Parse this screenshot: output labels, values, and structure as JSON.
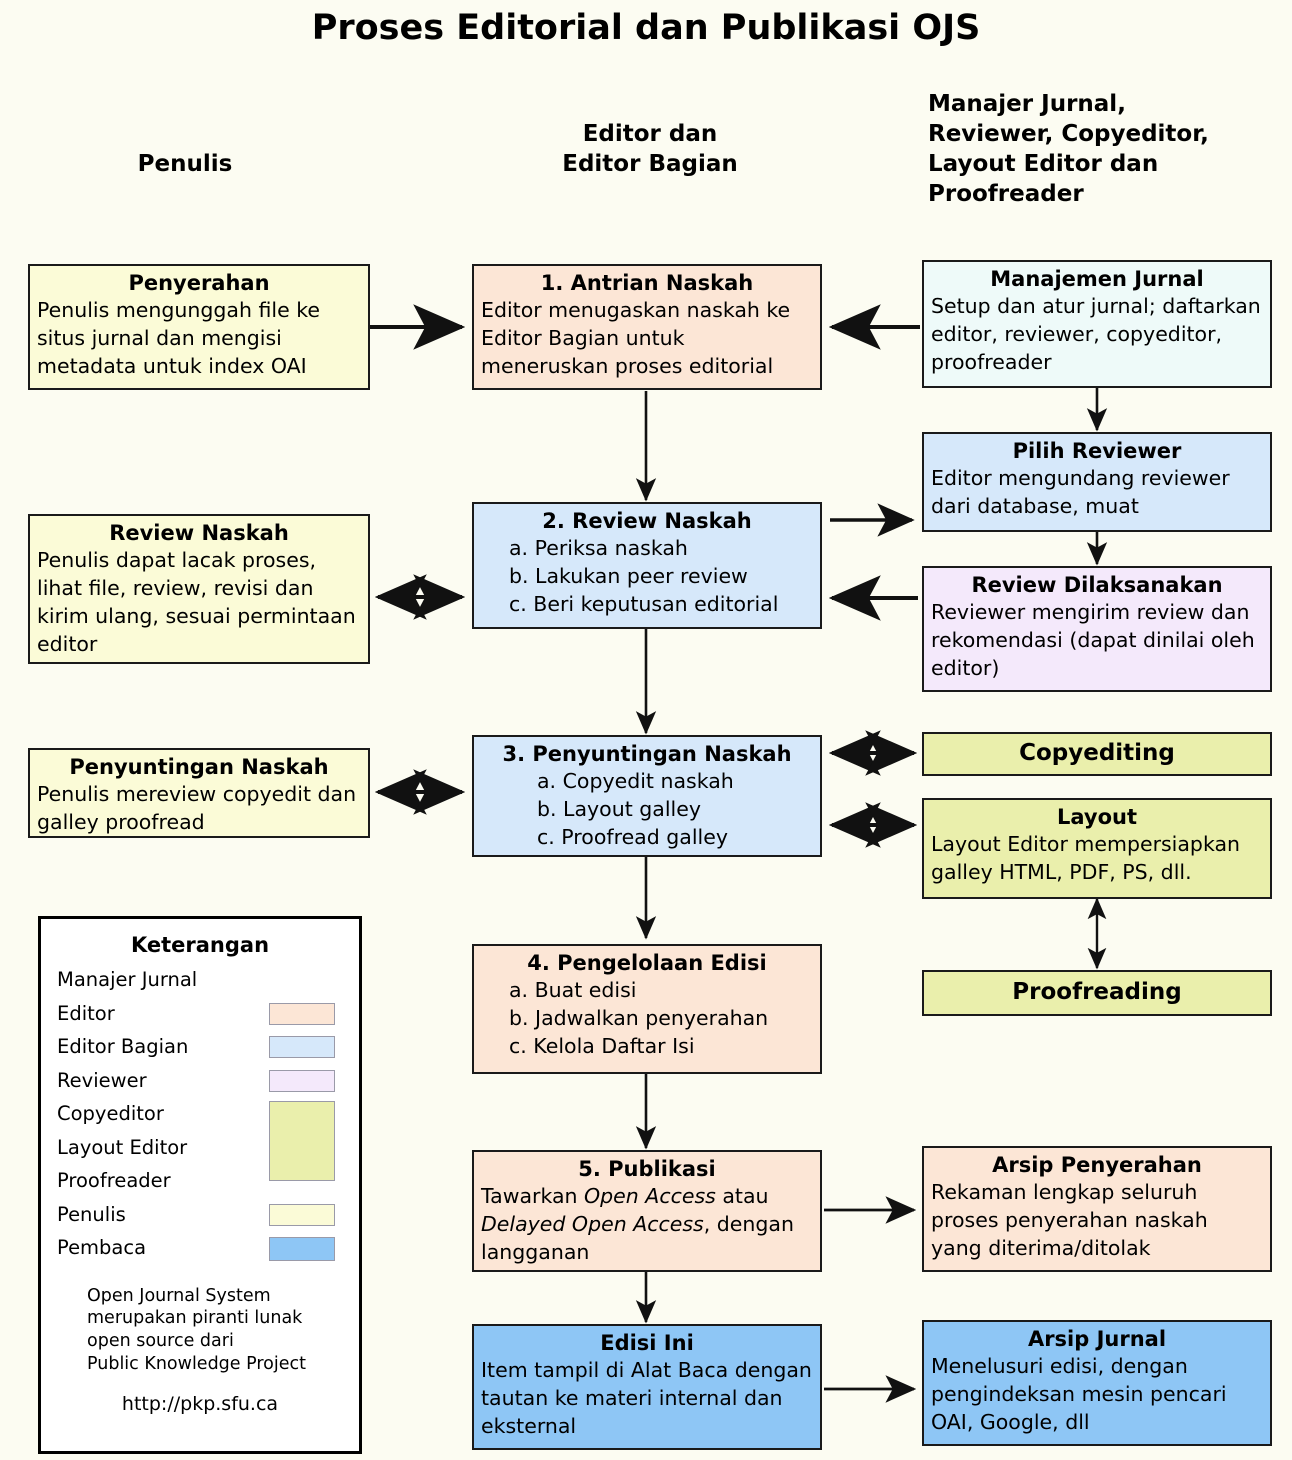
{
  "title": "Proses Editorial dan Publikasi OJS",
  "columns": [
    {
      "name": "penulis",
      "label": "Penulis"
    },
    {
      "name": "editor",
      "label": "Editor dan\nEditor Bagian"
    },
    {
      "name": "staff",
      "label": "Manajer Jurnal,\nReviewer, Copyeditor,\nLayout Editor dan\nProofreader"
    }
  ],
  "colors": {
    "background": "#fcfcf2",
    "author": "#fbfbd7",
    "editor": "#fce6d6",
    "section_editor": "#d6e8fa",
    "reviewer": "#f4e9fb",
    "copyeditor": "#eaefac",
    "journal_manager": "#eefaf9",
    "reader": "#8ec6f5",
    "border": "#1a1a1a"
  },
  "boxes": {
    "penyerahan": {
      "title": "Penyerahan",
      "body": "Penulis mengunggah file ke situs jurnal dan mengisi metadata untuk index OAI"
    },
    "antrian_naskah": {
      "title": "1. Antrian Naskah",
      "body": "Editor menugaskan naskah ke Editor Bagian untuk meneruskan proses editorial"
    },
    "manajemen_jurnal": {
      "title": "Manajemen Jurnal",
      "body": "Setup dan atur jurnal; daftarkan editor, reviewer, copyeditor, proofreader"
    },
    "review_naskah_penulis": {
      "title": "Review Naskah",
      "body": "Penulis dapat lacak proses, lihat file, review, revisi dan kirim ulang, sesuai permintaan editor"
    },
    "review_naskah": {
      "title": "2. Review Naskah",
      "items": [
        "a. Periksa naskah",
        "b. Lakukan peer review",
        "c. Beri keputusan editorial"
      ]
    },
    "pilih_reviewer": {
      "title": "Pilih Reviewer",
      "body": "Editor mengundang reviewer dari database, muat"
    },
    "review_dilaksanakan": {
      "title": "Review Dilaksanakan",
      "body": "Reviewer mengirim review dan rekomendasi (dapat dinilai oleh editor)"
    },
    "penyuntingan_naskah_penulis": {
      "title": "Penyuntingan Naskah",
      "body": "Penulis mereview copyedit dan galley proofread"
    },
    "penyuntingan_naskah": {
      "title": "3. Penyuntingan Naskah",
      "items": [
        "a. Copyedit naskah",
        "b. Layout galley",
        "c. Proofread galley"
      ]
    },
    "copyediting": {
      "title": "Copyediting"
    },
    "layout": {
      "title": "Layout",
      "body": "Layout Editor mempersiapkan galley HTML, PDF, PS, dll."
    },
    "proofreading": {
      "title": "Proofreading"
    },
    "pengelolaan_edisi": {
      "title": "4. Pengelolaan Edisi",
      "items": [
        "a. Buat edisi",
        "b. Jadwalkan penyerahan",
        "c. Kelola Daftar Isi"
      ]
    },
    "publikasi": {
      "title": "5. Publikasi",
      "body_part1": "Tawarkan ",
      "body_em1": "Open Access",
      "body_part2": " atau ",
      "body_em2": "Delayed Open Access",
      "body_part3": ", dengan langganan"
    },
    "arsip_penyerahan": {
      "title": "Arsip Penyerahan",
      "body": "Rekaman lengkap seluruh proses penyerahan naskah yang diterima/ditolak"
    },
    "edisi_ini": {
      "title": "Edisi Ini",
      "body": "Item tampil di Alat Baca dengan tautan ke materi internal dan eksternal"
    },
    "arsip_jurnal": {
      "title": "Arsip Jurnal",
      "body": "Menelusuri edisi, dengan pengindeksan mesin pencari OAI, Google, dll"
    }
  },
  "legend": {
    "title": "Keterangan",
    "rows": [
      {
        "label": "Manajer Jurnal",
        "color": "#ffffff"
      },
      {
        "label": "Editor",
        "color": "#fce6d6"
      },
      {
        "label": "Editor Bagian",
        "color": "#d6e8fa"
      },
      {
        "label": "Reviewer",
        "color": "#f4e9fb"
      },
      {
        "label": "Copyeditor",
        "color": "#eaefac"
      },
      {
        "label": "Layout Editor",
        "color": "#eaefac"
      },
      {
        "label": "Proofreader",
        "color": "#eaefac"
      },
      {
        "label": "Penulis",
        "color": "#fbfbd7"
      },
      {
        "label": "Pembaca",
        "color": "#8ec6f5"
      }
    ],
    "note": "Open Journal System\nmerupakan piranti lunak\nopen source dari\nPublic Knowledge Project",
    "url": "http://pkp.sfu.ca"
  }
}
